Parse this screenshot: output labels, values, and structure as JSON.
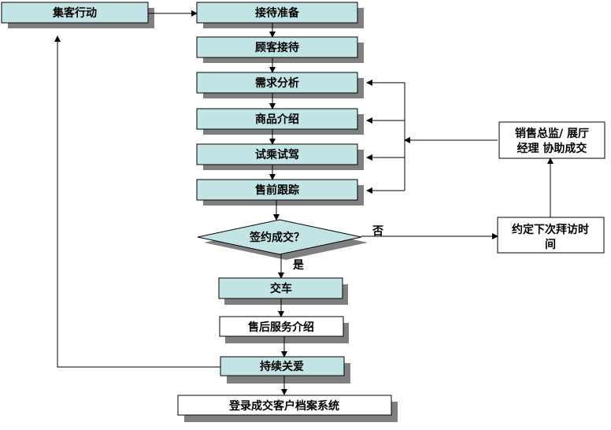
{
  "nodes": {
    "gather": "集客行动",
    "prepare": "接待准备",
    "reception": "顾客接待",
    "needs": "需求分析",
    "product": "商品介绍",
    "testdrive": "试乘试驾",
    "followup": "售前跟踪",
    "decision": "签约成交？",
    "delivery": "交车",
    "aftersales": "售后服务介绍",
    "care": "持续关爱",
    "register": "登录成交客户档案系统",
    "revisit_line1": "约定下次拜访时",
    "revisit_line2": "间",
    "manager_line1": "销售总监/ 展厅",
    "manager_line2": "经理  协助成交"
  },
  "labels": {
    "no": "否",
    "yes": "是"
  },
  "colors": {
    "process_fill": "#c3e4e4",
    "plain_fill": "#ffffff",
    "border": "#000000",
    "shadow": "#7f7f7f"
  }
}
